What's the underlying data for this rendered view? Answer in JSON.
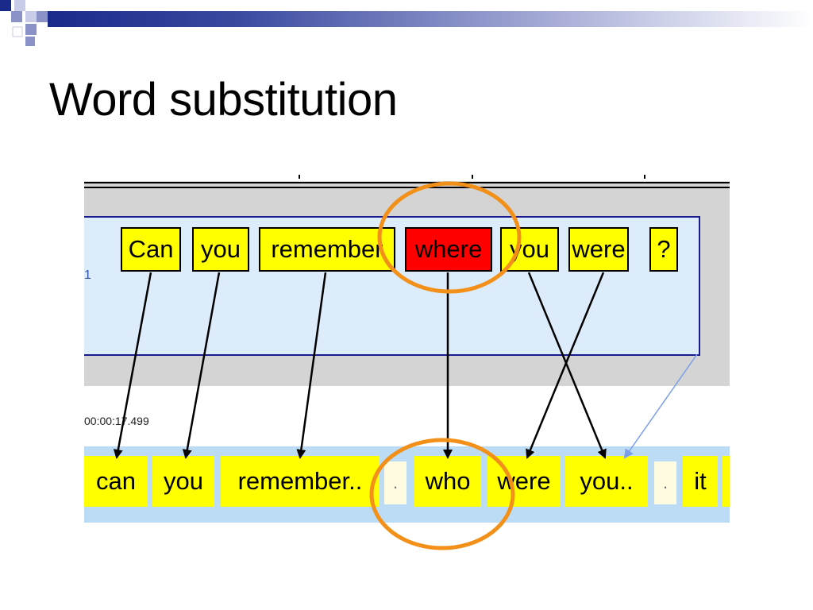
{
  "slide": {
    "title": "Word substitution"
  },
  "screenshot": {
    "source_row_number": "1",
    "timestamp": "00:00:17.499",
    "source_words": [
      {
        "text": "Can",
        "highlighted": false
      },
      {
        "text": "you",
        "highlighted": false
      },
      {
        "text": "remember",
        "highlighted": false
      },
      {
        "text": "where",
        "highlighted": true
      },
      {
        "text": "you",
        "highlighted": false
      },
      {
        "text": "were",
        "highlighted": false
      },
      {
        "text": "?",
        "highlighted": false
      }
    ],
    "target_words": [
      {
        "text": "can"
      },
      {
        "text": "you"
      },
      {
        "text": "remember.."
      },
      {
        "text": "."
      },
      {
        "text": "who"
      },
      {
        "text": "were"
      },
      {
        "text": "you.."
      },
      {
        "text": "."
      },
      {
        "text": "it"
      }
    ]
  },
  "colors": {
    "word_fill": "#ffff00",
    "highlight_fill": "#ff0000",
    "circle_stroke": "#f39019",
    "source_panel": "#dcecfb",
    "target_strip": "#bcdcf5",
    "title_bar": "#1a2a8a"
  }
}
